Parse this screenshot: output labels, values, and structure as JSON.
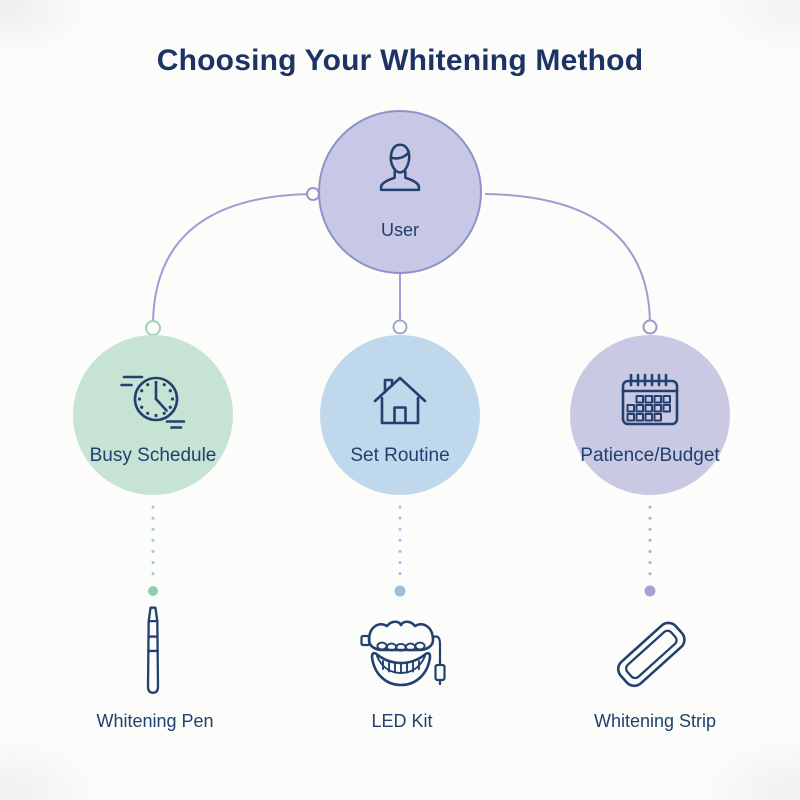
{
  "title": "Choosing Your Whitening Method",
  "root_node": {
    "label": "User",
    "icon": "user-icon"
  },
  "branch_nodes": [
    {
      "label": "Busy Schedule",
      "icon": "clock-icon",
      "fill": "#c6e3d3"
    },
    {
      "label": "Set Routine",
      "icon": "house-icon",
      "fill": "#c0d8ec"
    },
    {
      "label": "Patience/Budget",
      "icon": "calendar-icon",
      "fill": "#c9c9e4"
    }
  ],
  "outcomes": [
    {
      "label": "Whitening Pen",
      "icon": "whitening-pen-icon"
    },
    {
      "label": "LED Kit",
      "icon": "led-kit-icon"
    },
    {
      "label": "Whitening Strip",
      "icon": "whitening-strip-icon"
    }
  ],
  "colors": {
    "background": "#fcfcfb",
    "title_text": "#1b3464",
    "node_label_text": "#21406d",
    "icon_stroke": "#24406e",
    "user_node_fill": "#c6c8e5",
    "user_node_border": "#8f92c8",
    "connector_line": "#a29dd0",
    "busy_dotted": "#9ed2b9",
    "routine_dotted": "#a4c4e2",
    "patience_dotted": "#afadd8"
  }
}
